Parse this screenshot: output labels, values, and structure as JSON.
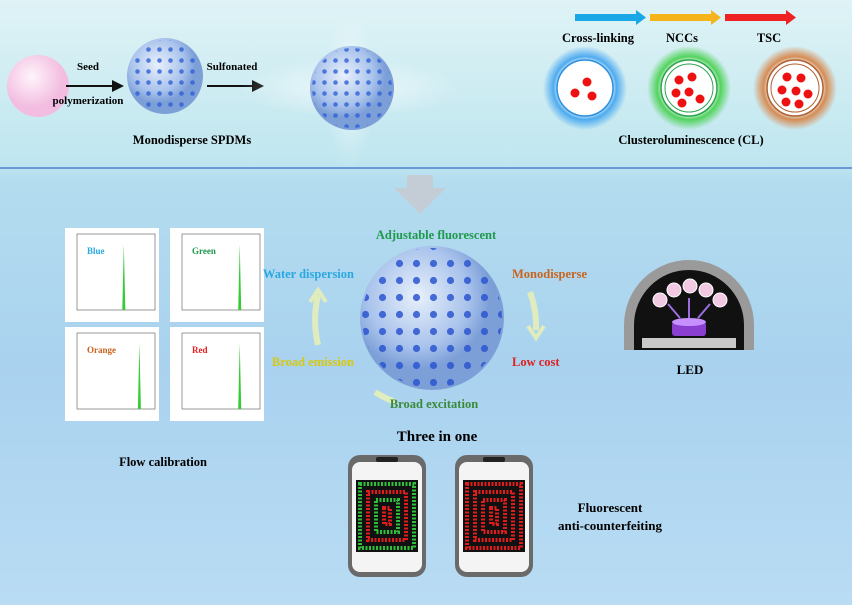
{
  "top": {
    "seed_label": "Seed",
    "polymerization_label": "polymerization",
    "sulfonated_label": "Sulfonated",
    "spdm_caption": "Monodisperse SPDMs",
    "cl_steps": [
      {
        "label": "Cross-linking",
        "color": "#1aa7e8"
      },
      {
        "label": "NCCs",
        "color": "#f5b51a"
      },
      {
        "label": "TSC",
        "color": "#ee2222"
      }
    ],
    "cl_caption": "Clusteroluminescence (CL)"
  },
  "flow": {
    "caption": "Flow calibration",
    "panels": [
      {
        "label": "Blue",
        "color": "#29a8e0",
        "peak_decade": 3
      },
      {
        "label": "Green",
        "color": "#1e9a4c",
        "peak_decade": 3.7
      },
      {
        "label": "Orange",
        "color": "#c8641e",
        "peak_decade": 4
      },
      {
        "label": "Red",
        "color": "#e02020",
        "peak_decade": 3.7
      }
    ]
  },
  "center": {
    "properties": [
      {
        "label": "Adjustable fluorescent",
        "color": "#1e9a4c"
      },
      {
        "label": "Monodisperse",
        "color": "#c8641e"
      },
      {
        "label": "Low cost",
        "color": "#e02020"
      },
      {
        "label": "Broad excitation",
        "color": "#3b8a3b"
      },
      {
        "label": "Broad emission",
        "color": "#e6d81a"
      },
      {
        "label": "Water dispersion",
        "color": "#29a8e0"
      }
    ],
    "caption": "Three in one"
  },
  "led": {
    "caption": "LED"
  },
  "anticounterfeit": {
    "line1": "Fluorescent",
    "line2": "anti-counterfeiting"
  }
}
